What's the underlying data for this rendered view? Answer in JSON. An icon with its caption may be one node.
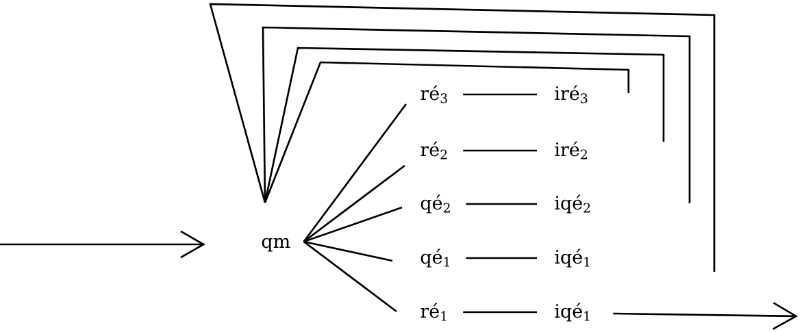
{
  "diagram": {
    "nodes": [
      {
        "text": [
          "qm"
        ]
      },
      {
        "text": [
          "ré$_{3}$"
        ]
      },
      {
        "text": [
          "iré$_{3}$"
        ]
      },
      {
        "text": [
          "ré$_{2}$"
        ]
      },
      {
        "text": [
          "iré$_{2}$"
        ]
      },
      {
        "text": [
          "qé$_{2}$"
        ]
      },
      {
        "text": [
          "iqé$_{2}$"
        ]
      },
      {
        "text": [
          "qé$_{1}$"
        ]
      },
      {
        "text": [
          "iqé$_{1}$"
        ]
      },
      {
        "text": [
          "ré$_{1}$"
        ]
      },
      {
        "text": [
          "iqé$_{1}$"
        ]
      }
    ],
    "edges": [
      {
        "from": null,
        "to": 0,
        "arrow": "to"
      },
      {
        "from": 0,
        "to": 1,
        "arrow": "none"
      },
      {
        "from": 0,
        "to": 3,
        "arrow": "none"
      },
      {
        "from": 0,
        "to": 5,
        "arrow": "none"
      },
      {
        "from": 0,
        "to": 7,
        "arrow": "none"
      },
      {
        "from": 0,
        "to": 9,
        "arrow": "none"
      },
      {
        "from": 1,
        "to": 2,
        "arrow": "none"
      },
      {
        "from": 3,
        "to": 4,
        "arrow": "none"
      },
      {
        "from": 5,
        "to": 6,
        "arrow": "none"
      },
      {
        "from": 7,
        "to": 8,
        "arrow": "none"
      },
      {
        "from": 9,
        "to": 10,
        "arrow": "none"
      },
      {
        "from": 2,
        "to": 0,
        "arrow": "none"
      },
      {
        "from": null,
        "to": 0,
        "arrow": "none"
      },
      {
        "from": null,
        "to": 0,
        "arrow": "none"
      },
      {
        "from": null,
        "to": 0,
        "arrow": "none"
      },
      {
        "from": 10,
        "to": null,
        "arrow": "to"
      }
    ]
  }
}
